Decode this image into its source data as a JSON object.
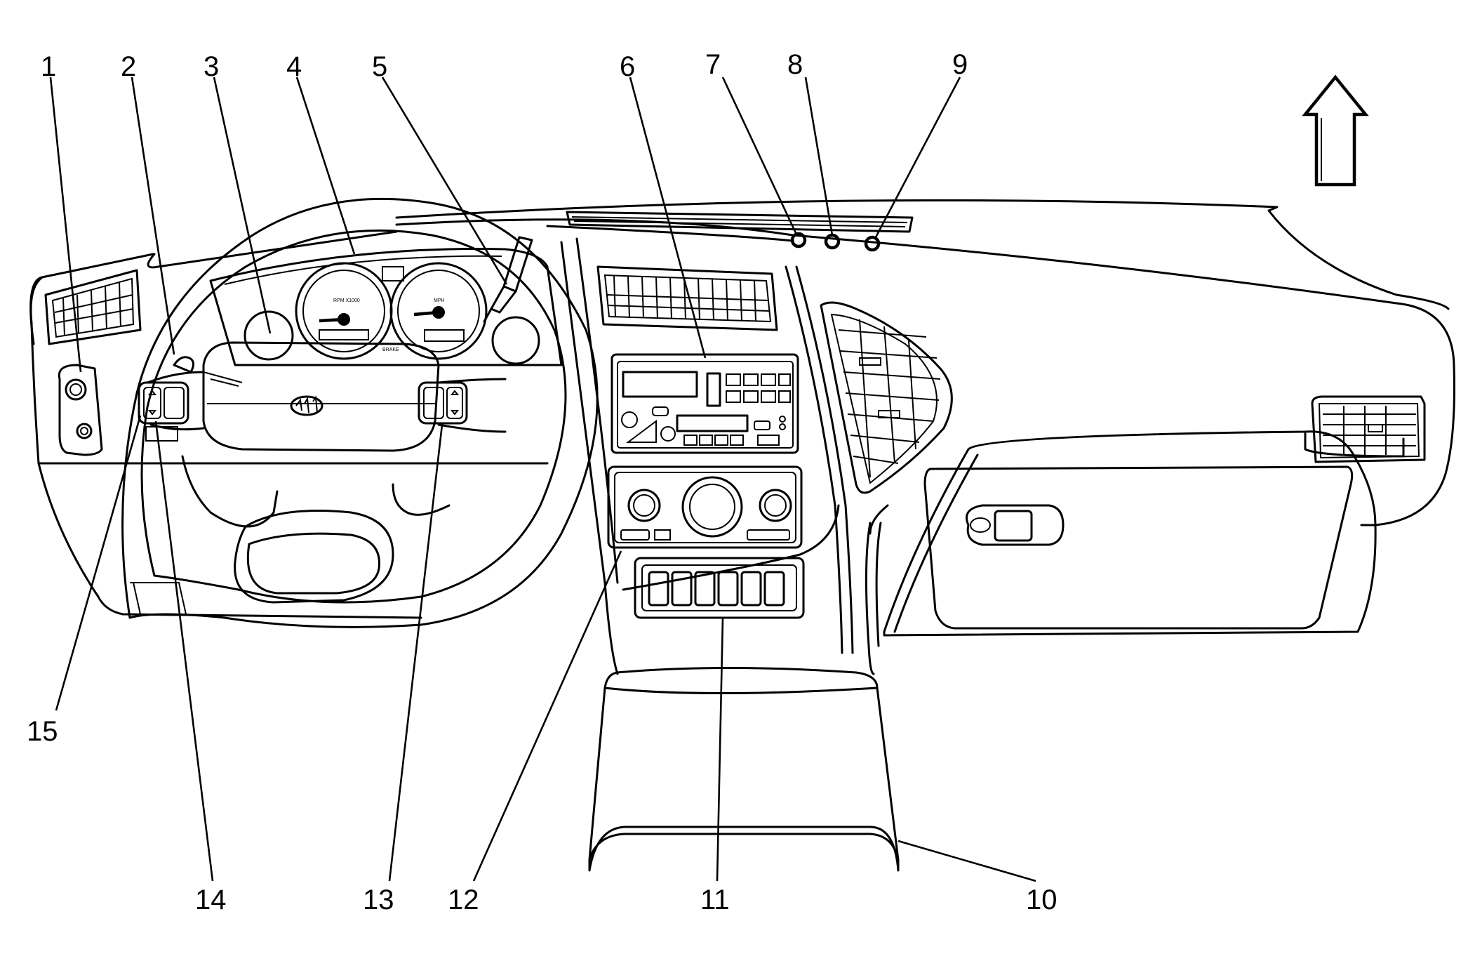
{
  "callouts": {
    "c1": "1",
    "c2": "2",
    "c3": "3",
    "c4": "4",
    "c5": "5",
    "c6": "6",
    "c7": "7",
    "c8": "8",
    "c9": "9",
    "c10": "10",
    "c11": "11",
    "c12": "12",
    "c13": "13",
    "c14": "14",
    "c15": "15"
  },
  "icons": {
    "orientation_arrow": "up-arrow-icon",
    "brand_emblem": "tri-shield-emblem-icon"
  },
  "colors": {
    "line": "#000000",
    "background": "#ffffff"
  }
}
